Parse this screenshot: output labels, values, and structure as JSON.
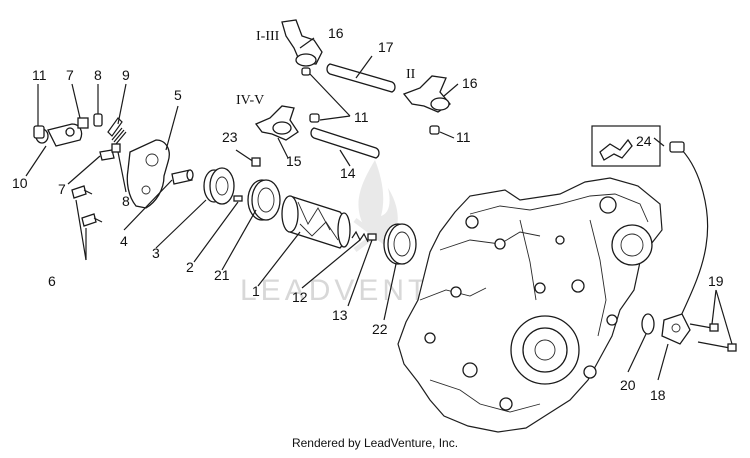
{
  "diagram": {
    "gear_labels": {
      "gears_1_3": "I-III",
      "gears_4_5": "IV-V",
      "gear_2": "II"
    },
    "callouts": {
      "c1": "1",
      "c2": "2",
      "c3": "3",
      "c4": "4",
      "c5": "5",
      "c6": "6",
      "c7a": "7",
      "c7b": "7",
      "c8a": "8",
      "c8b": "8",
      "c9": "9",
      "c10": "10",
      "c11a": "11",
      "c11b": "11",
      "c11c": "11",
      "c12": "12",
      "c13": "13",
      "c14": "14",
      "c15": "15",
      "c16a": "16",
      "c16b": "16",
      "c17": "17",
      "c18": "18",
      "c19": "19",
      "c20": "20",
      "c21": "21",
      "c22": "22",
      "c23": "23",
      "c24": "24"
    },
    "watermark": "LEADVENTURE",
    "footer": "Rendered by LeadVenture, Inc."
  }
}
